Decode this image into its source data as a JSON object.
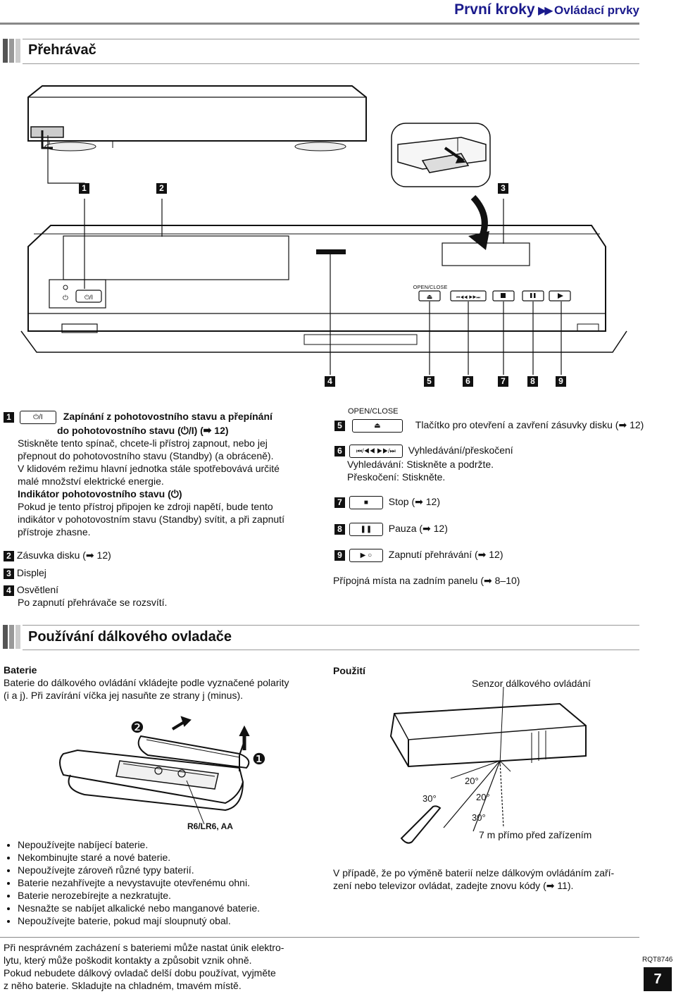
{
  "header": {
    "title_main": "První kroky",
    "arrows": "▶▶",
    "title_sub": "Ovládací prvky"
  },
  "section1": {
    "title": "Přehrávač"
  },
  "callouts_top": [
    "1",
    "2",
    "3"
  ],
  "callouts_bottom": [
    "4",
    "5",
    "6",
    "7",
    "8",
    "9"
  ],
  "device": {
    "open_close": "OPEN/CLOSE",
    "power_symbol": "⏻/I"
  },
  "items_left": {
    "i1": {
      "num": "1",
      "key": "⏻/I",
      "title1": "Zapínání z pohotovostního stavu a přepínání",
      "title2": "do pohotovostního stavu (⏻/I) (➡ 12)",
      "lines": [
        "Stiskněte tento spínač, chcete-li přístroj zapnout, nebo jej",
        "přepnout do pohotovostního stavu (Standby) (a obráceně).",
        "V klidovém režimu hlavní jednotka stále spotřebovává určité",
        "malé množství elektrické energie."
      ],
      "sub_title": "Indikátor pohotovostního stavu (⏻)",
      "sub_lines": [
        "Pokud je tento přístroj připojen ke zdroji napětí, bude tento",
        "indikátor v pohotovostním stavu (Standby) svítit, a při zapnutí",
        "přístroje zhasne."
      ]
    },
    "i2": {
      "num": "2",
      "text": "Zásuvka disku (➡ 12)"
    },
    "i3": {
      "num": "3",
      "text": "Displej"
    },
    "i4": {
      "num": "4",
      "text": "Osvětlení",
      "line2": "Po zapnutí přehrávače se rozsvítí."
    }
  },
  "items_right": {
    "open_close_label": "OPEN/CLOSE",
    "i5": {
      "num": "5",
      "key": "⏏",
      "text": "Tlačítko pro otevření a zavření zásuvky disku (➡ 12)"
    },
    "i6": {
      "num": "6",
      "key": "⏮/◀◀ ▶▶/⏭",
      "text": "Vyhledávání/přeskočení",
      "line2": "Vyhledávání: Stiskněte a podržte.",
      "line3": "Přeskočení: Stiskněte."
    },
    "i7": {
      "num": "7",
      "key": "■",
      "text": "Stop (➡ 12)"
    },
    "i8": {
      "num": "8",
      "key": "❚❚",
      "text": "Pauza (➡ 12)"
    },
    "i9": {
      "num": "9",
      "key": "▶ ○",
      "text": "Zapnutí přehrávání (➡ 12)"
    },
    "connections": "Přípojná místa na zadním panelu (➡ 8–10)"
  },
  "section2": {
    "title": "Používání dálkového ovladače"
  },
  "batteries": {
    "heading": "Baterie",
    "line1": "Baterie do dálkového ovládání vkládejte podle vyznačené polarity",
    "line2": "(i a j). Při zavírání víčka jej nasuňte ze strany j (minus).",
    "step1": "❶",
    "step2": "❷",
    "battery_type": "R6/LR6, AA",
    "bullets": [
      "Nepoužívejte nabíjecí baterie.",
      "Nekombinujte staré a nové baterie.",
      "Nepoužívejte zároveň různé typy baterií.",
      "Baterie nezahřívejte a nevystavujte otevřenému ohni.",
      "Baterie nerozebírejte a nezkratujte.",
      "Nesnažte se nabíjet alkalické nebo manganové baterie.",
      "Nepoužívejte baterie, pokud mají sloupnutý obal."
    ],
    "warning": [
      "Při nesprávném zacházení s bateriemi může nastat únik elektro-",
      "lytu, který může poškodit kontakty a způsobit vznik ohně.",
      "Pokud nebudete dálkový ovladač delší dobu používat, vyjměte",
      "z něho baterie. Skladujte na chladném, tmavém místě."
    ]
  },
  "usage": {
    "heading": "Použití",
    "sensor": "Senzor dálkového ovládání",
    "angle1": "20°",
    "angle2": "30°",
    "angle3": "20°",
    "angle4": "30°",
    "distance": "7 m přímo před zařízením",
    "note": [
      "V případě, že po výměně baterií nelze dálkovým ovládáním zaří-",
      "zení nebo televizor ovládat, zadejte znovu kódy (➡ 11)."
    ]
  },
  "footer": {
    "code": "RQT8746",
    "page": "7"
  }
}
